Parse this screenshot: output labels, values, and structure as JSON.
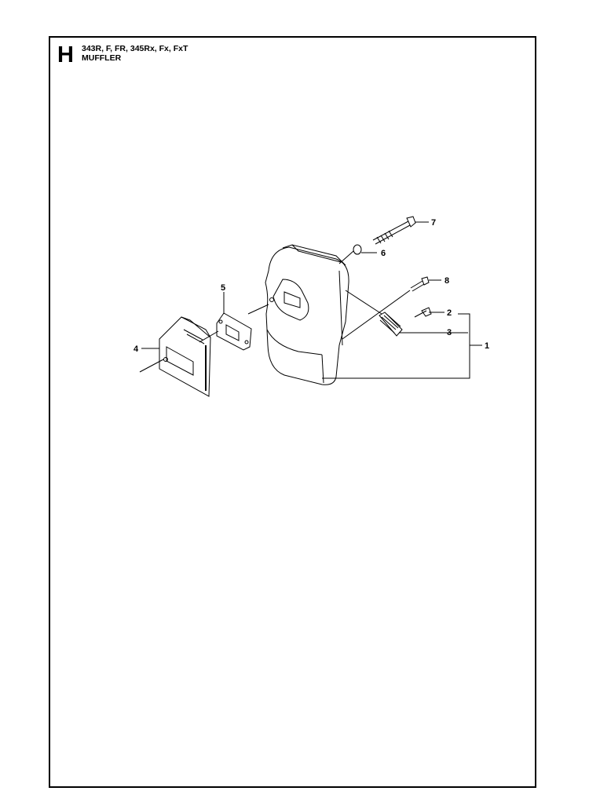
{
  "header": {
    "section_letter": "H",
    "models": "343R, F, FR, 345Rx, Fx, FxT",
    "title": "MUFFLER"
  },
  "callouts": [
    "1",
    "2",
    "3",
    "4",
    "5",
    "6",
    "7",
    "8"
  ]
}
